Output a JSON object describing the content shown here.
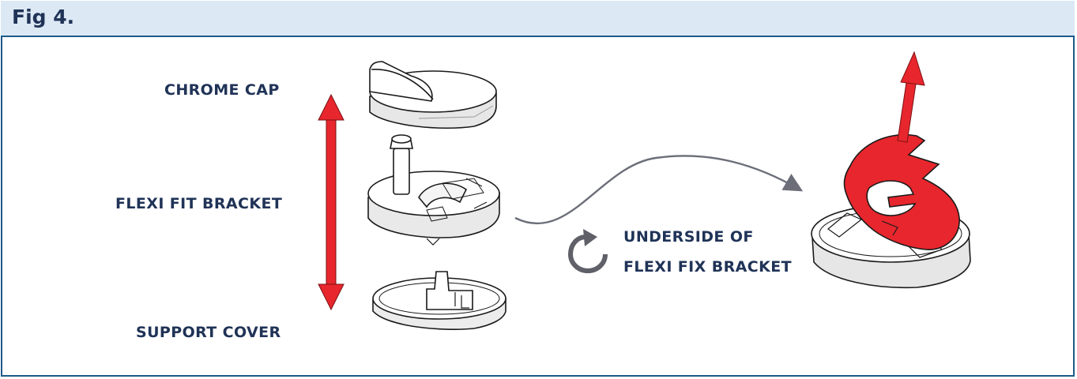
{
  "figure": {
    "title": "Fig 4."
  },
  "labels": {
    "chrome_cap": "CHROME CAP",
    "flexi_fit_bracket": "FLEXI FIT BRACKET",
    "support_cover": "SUPPORT COVER",
    "underside_line1": "UNDERSIDE OF",
    "underside_line2": "FLEXI FIX BRACKET"
  },
  "colors": {
    "frame": "#1d5a8a",
    "header_background": "#dce9f5",
    "label_text": "#203357",
    "red_arrow": "#e8262d",
    "curve_arrow": "#6b6e78"
  },
  "icons": [
    "rotate-icon"
  ]
}
